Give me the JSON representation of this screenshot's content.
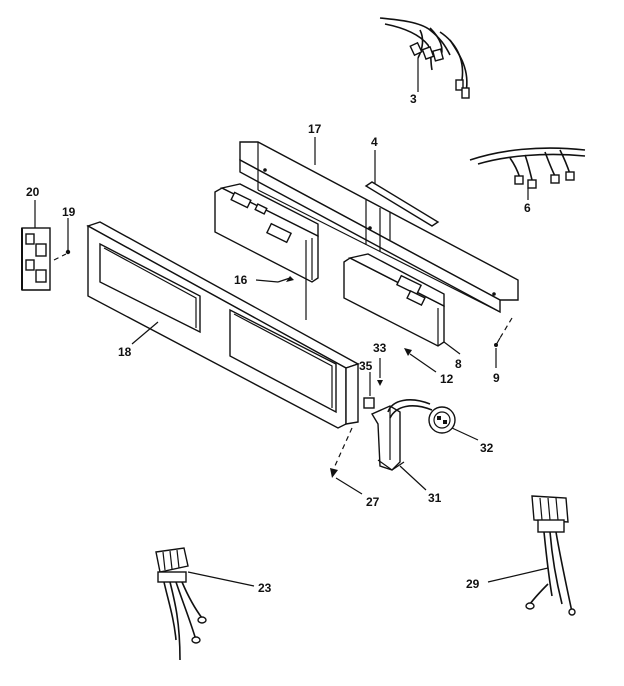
{
  "labels": {
    "p3": "3",
    "p4": "4",
    "p6": "6",
    "p8": "8",
    "p9": "9",
    "p12": "12",
    "p16": "16",
    "p17": "17",
    "p18": "18",
    "p19": "19",
    "p20": "20",
    "p23": "23",
    "p27": "27",
    "p29": "29",
    "p31": "31",
    "p32": "32",
    "p33": "33",
    "p35": "35"
  }
}
